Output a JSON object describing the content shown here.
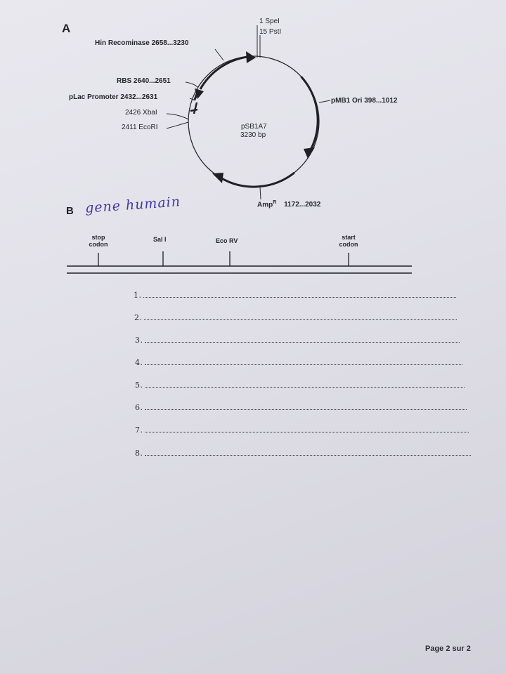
{
  "part_a": {
    "letter": "A",
    "plasmid_name": "pSB1A7",
    "plasmid_size": "3230 bp",
    "labels": {
      "spei": "1 SpeI",
      "psti": "15 PstI",
      "hin": "Hin Recominase 2658...3230",
      "rbs": "RBS 2640...2651",
      "plac": "pLac Promoter 2432...2631",
      "xbai": "2426 XbaI",
      "ecori": "2411 EcoRI",
      "pmb1": "pMB1 Ori 398...1012",
      "amp": "Amp",
      "amp_sup": "R",
      "amp_range": "1172...2032"
    }
  },
  "part_b": {
    "letter": "B",
    "handwritten_note": "gene humain",
    "sites": [
      {
        "line1": "stop",
        "line2": "codon"
      },
      {
        "line1": "Sal I",
        "line2": ""
      },
      {
        "line1": "Eco RV",
        "line2": ""
      },
      {
        "line1": "start",
        "line2": "codon"
      }
    ]
  },
  "answer_lines": [
    "1.",
    "2.",
    "3.",
    "4.",
    "5.",
    "6.",
    "7.",
    "8."
  ],
  "footer": {
    "text": "Page 2 sur 2"
  }
}
